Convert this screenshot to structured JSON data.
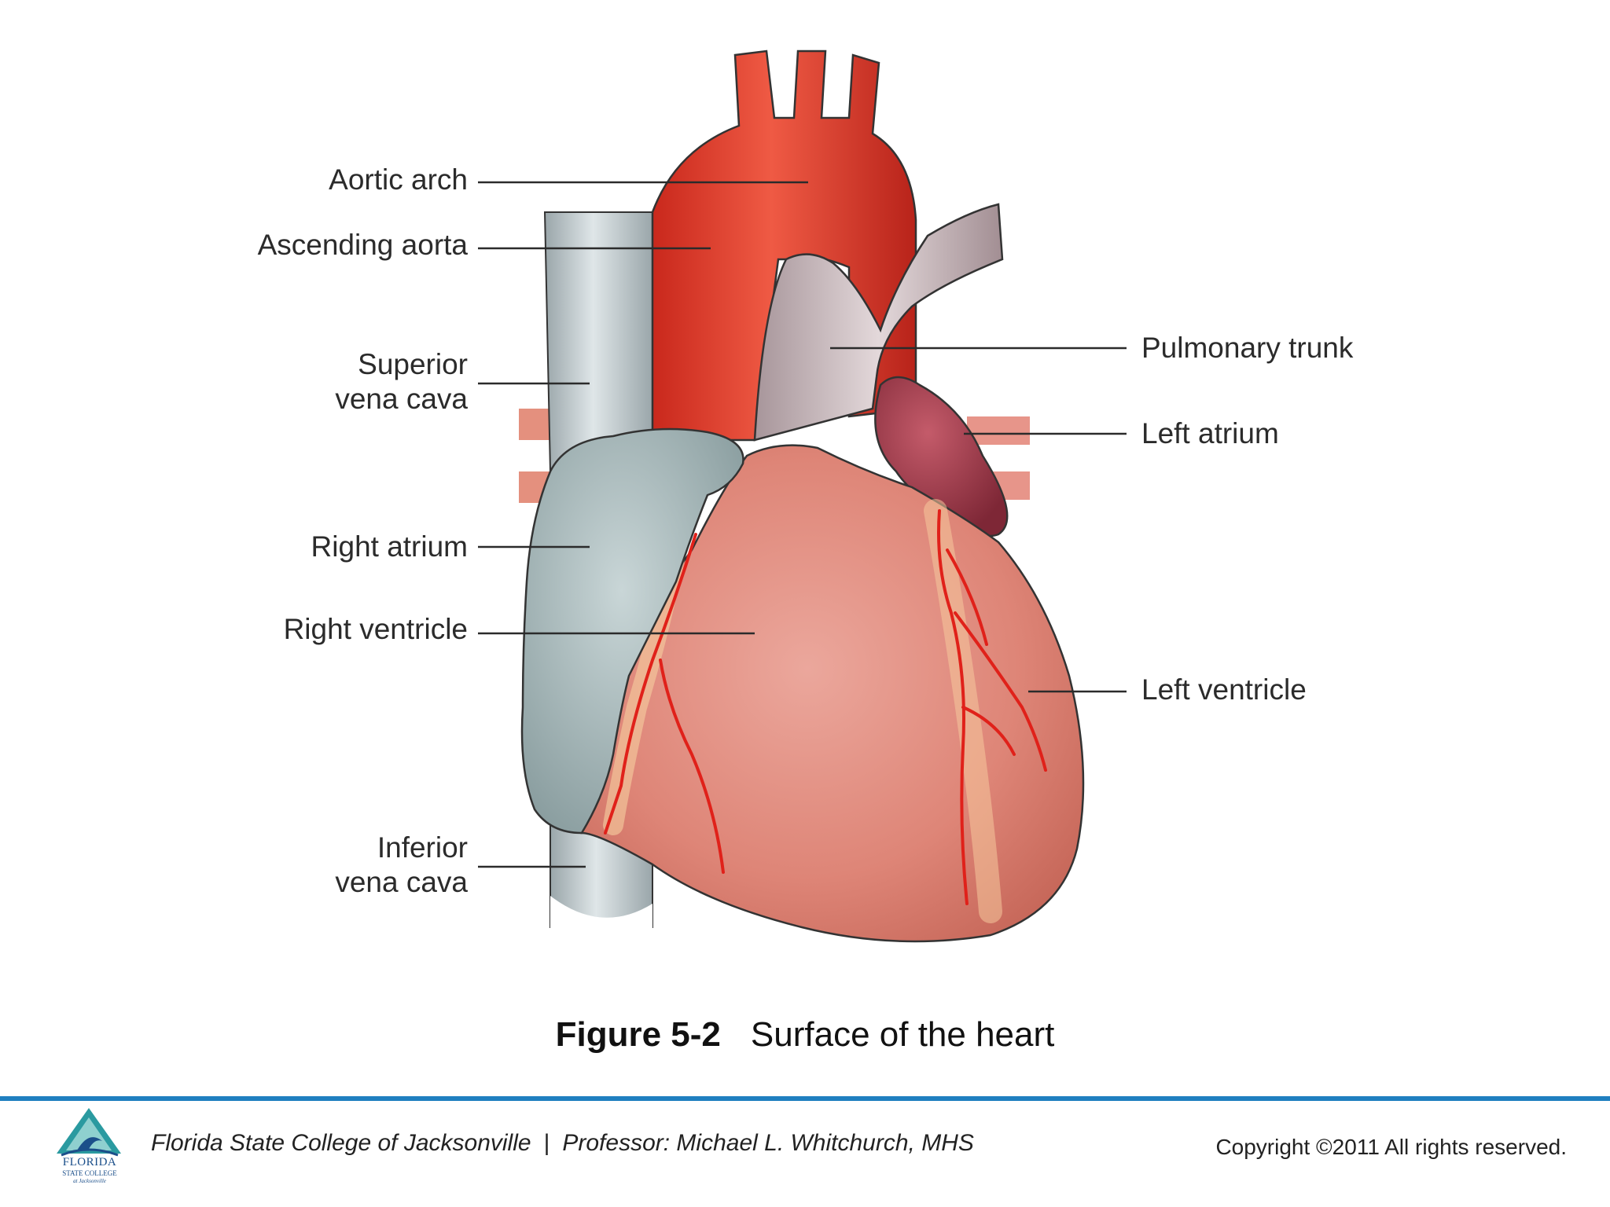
{
  "figure": {
    "number": "Figure 5-2",
    "title": "Surface of the heart"
  },
  "labels": {
    "aortic_arch": "Aortic arch",
    "ascending_aorta": "Ascending aorta",
    "superior_vena_cava": [
      "Superior",
      "vena cava"
    ],
    "right_atrium": "Right atrium",
    "right_ventricle": "Right ventricle",
    "inferior_vena_cava": [
      "Inferior",
      "vena cava"
    ],
    "pulmonary_trunk": "Pulmonary trunk",
    "left_atrium": "Left atrium",
    "left_ventricle": "Left ventricle"
  },
  "footer": {
    "school": "Florida State College of Jacksonville",
    "separator": "|",
    "professor": "Professor: Michael L. Whitchurch, MHS",
    "copyright": "Copyright ©2011  All rights reserved.",
    "logo_text": [
      "FLORIDA",
      "STATE COLLEGE",
      "at Jacksonville"
    ]
  },
  "colors": {
    "aorta": "#d93a2b",
    "vena_cava": "#b9c4c8",
    "right_atrium": "#9fb2b4",
    "pulmonary_trunk": "#c8b3b6",
    "left_atrium": "#9b3a4a",
    "ventricle": "#df8a80",
    "coronary_vessel": "#e0211a",
    "footer_rule": "#1f7fc0"
  }
}
